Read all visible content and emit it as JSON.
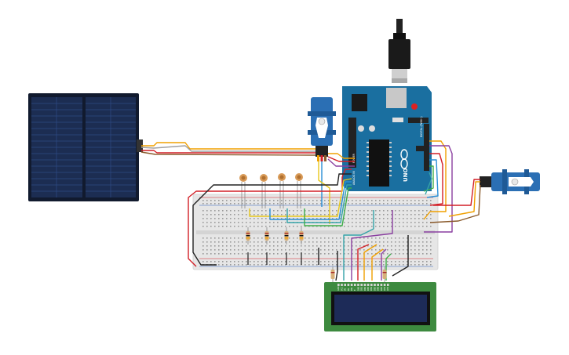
{
  "arduino": {
    "model_text": "UNO",
    "digital_header_label": "DIGITAL (PWM~)",
    "power_header_label": "POWER",
    "analog_header_label": "ANALOG IN"
  },
  "lcd": {
    "pin_labels": [
      "GND",
      "VCC",
      "V0",
      "RS",
      "RW",
      "E",
      "DB0",
      "DB1",
      "DB2",
      "DB3",
      "DB4",
      "DB5",
      "DB6",
      "DB7",
      "LED",
      "LED"
    ]
  },
  "colors": {
    "board_blue": "#1a6fa0",
    "breadboard": "#e6e6e6",
    "solar_panel": "#1b2a4a",
    "lcd_green": "#3d8a3f",
    "lcd_screen": "#1d2b58",
    "servo_blue": "#2b6fb4",
    "wire_red": "#d21f26",
    "wire_black": "#222222",
    "wire_orange": "#f0a000",
    "wire_yellow": "#e8c81c",
    "wire_green": "#3fae49",
    "wire_blue": "#2a8fd6",
    "wire_purple": "#8a3fa0",
    "wire_brown": "#8a5a2b",
    "wire_teal": "#34a3a8",
    "wire_gray": "#a0a0a0"
  }
}
